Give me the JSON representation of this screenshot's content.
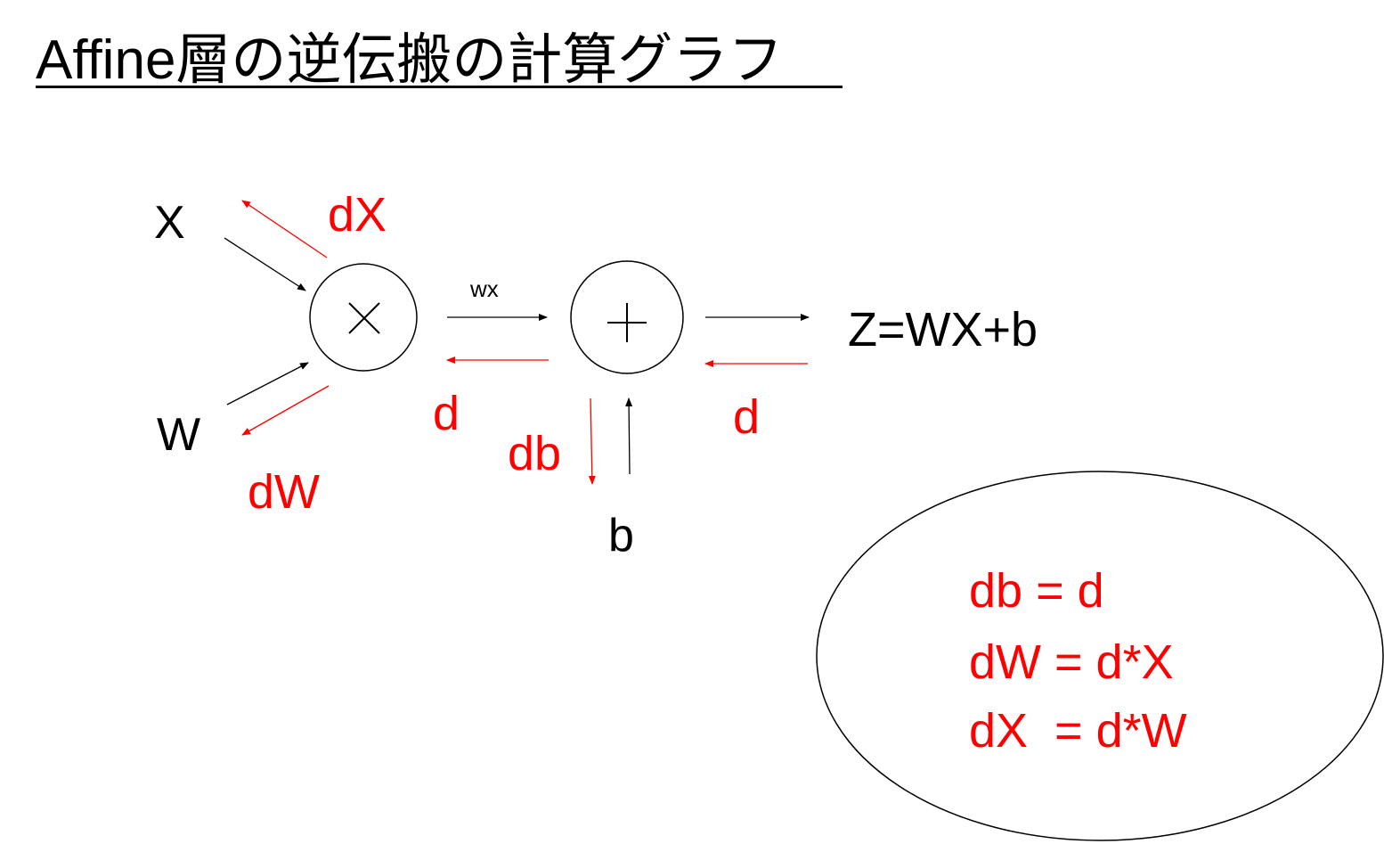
{
  "title": "Affine層の逆伝搬の計算グラフ",
  "nodes": {
    "multiply_symbol": "×",
    "add_symbol": "+"
  },
  "labels": {
    "x_input": "X",
    "w_input": "W",
    "b_input": "b",
    "wx_intermediate": "wx",
    "output": "Z=WX+b"
  },
  "gradients": {
    "dX": "dX",
    "dW": "dW",
    "d_mid": "d",
    "d_out": "d",
    "db": "db"
  },
  "formulas": [
    "db = d",
    "dW = d*X",
    "dX  = d*W"
  ],
  "colors": {
    "forward": "#000000",
    "backward": "#ff0000"
  }
}
